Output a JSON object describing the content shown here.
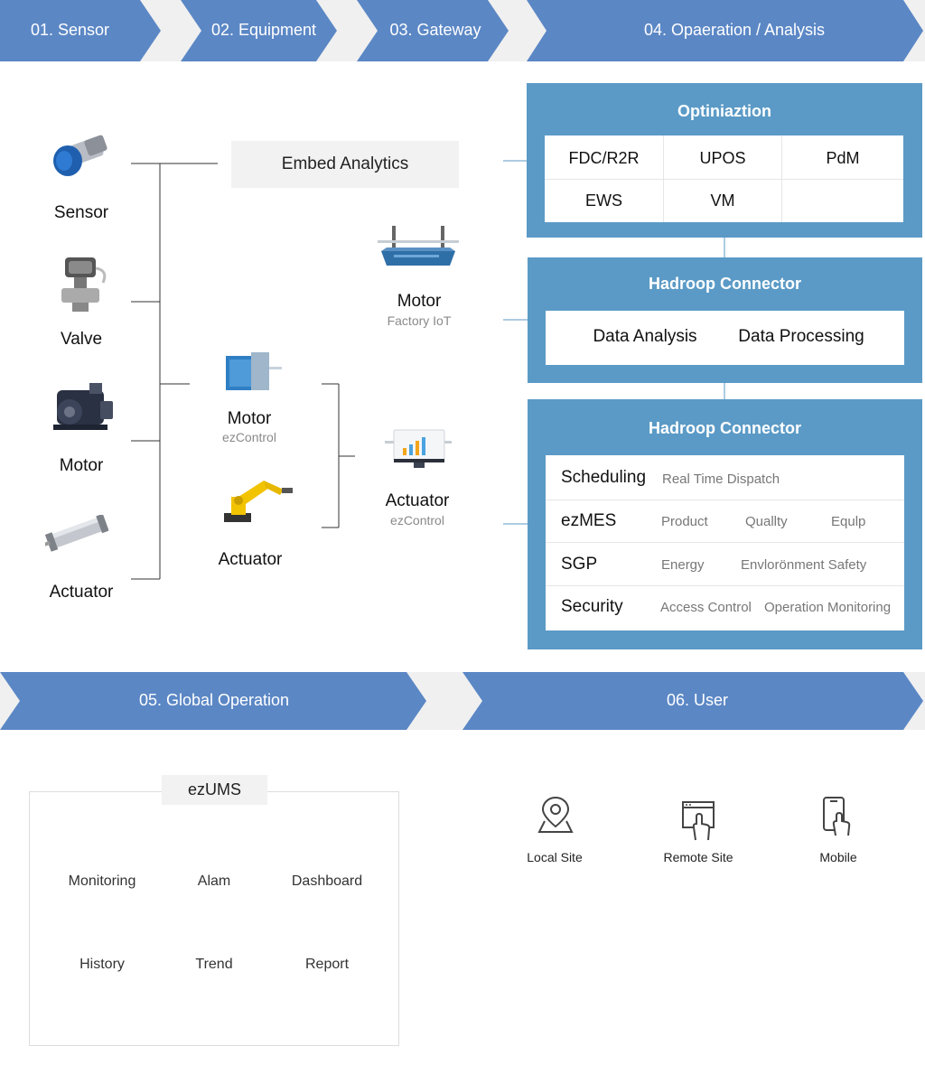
{
  "steps": [
    {
      "label": "01. Sensor"
    },
    {
      "label": "02. Equipment"
    },
    {
      "label": "03. Gateway"
    },
    {
      "label": "04. Opaeration / Analysis"
    }
  ],
  "bottom_steps": [
    {
      "label": "05. Global Operation"
    },
    {
      "label": "06. User"
    }
  ],
  "sensors": {
    "items": [
      "Sensor",
      "Valve",
      "Motor",
      "Actuator"
    ]
  },
  "embed": {
    "label": "Embed Analytics"
  },
  "equipment": {
    "motor": {
      "name": "Motor",
      "sub": "ezControl"
    },
    "actuator": {
      "name": "Actuator"
    }
  },
  "gateway": {
    "motor": {
      "name": "Motor",
      "sub": "Factory IoT"
    },
    "actuator": {
      "name": "Actuator",
      "sub": "ezControl"
    }
  },
  "optimization": {
    "title": "Optiniaztion",
    "cells": [
      "FDC/R2R",
      "UPOS",
      "PdM",
      "EWS",
      "VM"
    ]
  },
  "hadoop1": {
    "title": "Hadroop Connector",
    "cells": [
      "Data Analysis",
      "Data Processing"
    ]
  },
  "hadoop2": {
    "title": "Hadroop Connector",
    "rows": [
      {
        "name": "Scheduling",
        "items": [
          "Real Time Dispatch"
        ]
      },
      {
        "name": "ezMES",
        "items": [
          "Product",
          "Quallty",
          "Equlp"
        ]
      },
      {
        "name": "SGP",
        "items": [
          "Energy",
          "Envlorönment Safety"
        ]
      },
      {
        "name": "Security",
        "items": [
          "Access Control",
          "Operation Monitoring"
        ]
      }
    ]
  },
  "ezums": {
    "title": "ezUMS",
    "items": [
      "Monitoring",
      "Alam",
      "Dashboard",
      "History",
      "Trend",
      "Report"
    ]
  },
  "users": {
    "items": [
      "Local Site",
      "Remote Site",
      "Mobile"
    ]
  },
  "colors": {
    "chevron": "#5b87c5",
    "chevron_gap": "#f0f0f0",
    "panel": "#5b9ac6"
  }
}
